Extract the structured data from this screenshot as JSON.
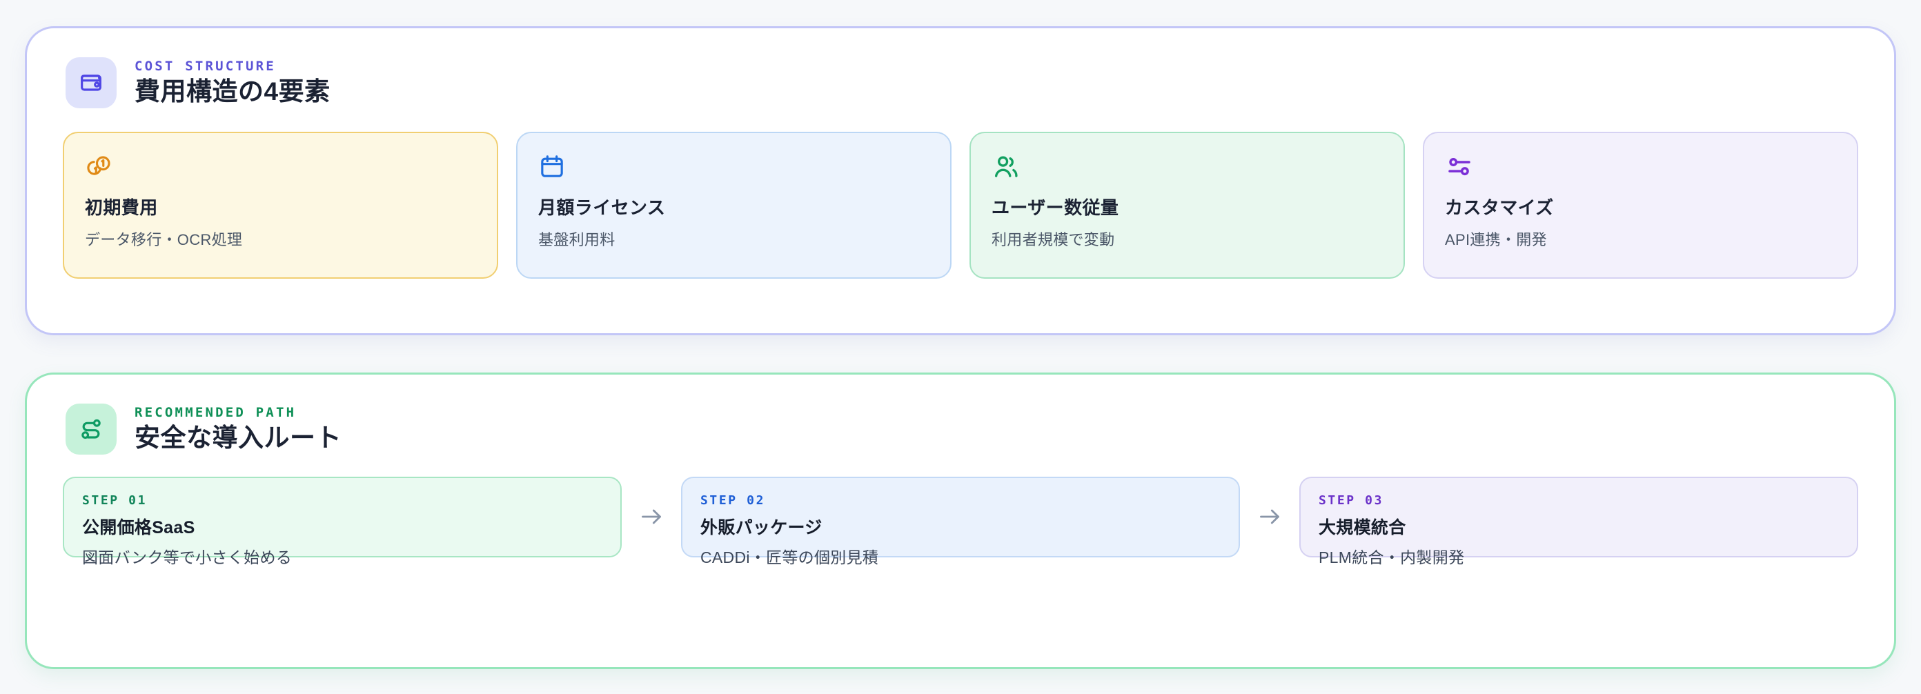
{
  "cost_section": {
    "eyebrow": "COST STRUCTURE",
    "title": "費用構造の4要素",
    "badge_icon": "wallet-icon",
    "accent_color": "#5b53d6",
    "border_color": "#c3c6f7",
    "cards": [
      {
        "icon": "coins-icon",
        "title": "初期費用",
        "subtitle": "データ移行・OCR処理",
        "icon_color": "#e08a16",
        "bg": "#fdf8e3",
        "border": "#f1cf72"
      },
      {
        "icon": "calendar-icon",
        "title": "月額ライセンス",
        "subtitle": "基盤利用料",
        "icon_color": "#1f6fe0",
        "bg": "#ecf3fd",
        "border": "#bcd7f5"
      },
      {
        "icon": "users-icon",
        "title": "ユーザー数従量",
        "subtitle": "利用者規模で変動",
        "icon_color": "#12a060",
        "bg": "#e9f8ef",
        "border": "#a5e3c2"
      },
      {
        "icon": "sliders-icon",
        "title": "カスタマイズ",
        "subtitle": "API連携・開発",
        "icon_color": "#7b2fd6",
        "bg": "#f3f1fc",
        "border": "#d6d2f3"
      }
    ]
  },
  "path_section": {
    "eyebrow": "RECOMMENDED PATH",
    "title": "安全な導入ルート",
    "badge_icon": "route-icon",
    "accent_color": "#0f9057",
    "border_color": "#96e6bb",
    "separator_icon": "arrow-right-icon",
    "steps": [
      {
        "label": "STEP 01",
        "title": "公開価格SaaS",
        "subtitle": "図面バンク等で小さく始める",
        "bg": "#eafaf1",
        "border": "#a8e6c4",
        "label_color": "#12855a"
      },
      {
        "label": "STEP 02",
        "title": "外販パッケージ",
        "subtitle": "CADDi・匠等の個別見積",
        "bg": "#eaf2fd",
        "border": "#c3d9f6",
        "label_color": "#1f5fd6"
      },
      {
        "label": "STEP 03",
        "title": "大規模統合",
        "subtitle": "PLM統合・内製開発",
        "bg": "#f2f0fb",
        "border": "#d5d1f2",
        "label_color": "#6b32c9"
      }
    ]
  }
}
